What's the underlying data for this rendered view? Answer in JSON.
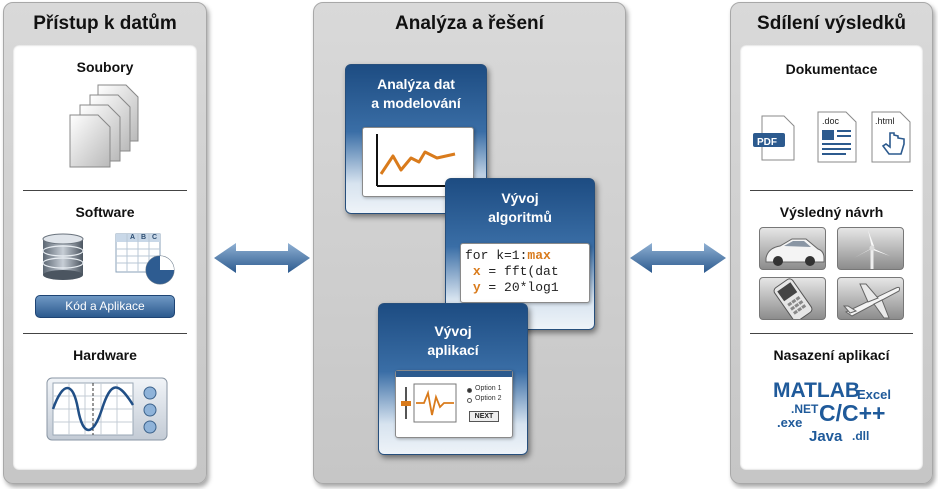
{
  "left": {
    "title": "Přístup k datům",
    "sections": [
      "Soubory",
      "Software",
      "Hardware"
    ],
    "button_label": "Kód a Aplikace",
    "table_headers": [
      "A",
      "B",
      "C"
    ]
  },
  "middle": {
    "title": "Analýza a řešení",
    "cards": [
      {
        "title_line1": "Analýza dat",
        "title_line2": "a modelování"
      },
      {
        "title_line1": "Vývoj",
        "title_line2": "algoritmů"
      },
      {
        "title_line1": "Vývoj",
        "title_line2": "aplikací"
      }
    ],
    "code": {
      "line1_pre": "for k=1:",
      "line1_kw": "max",
      "line2_var": "x",
      "line2_rest": " = fft(dat",
      "line3_var": "y",
      "line3_rest": " = 20*log1"
    },
    "app_ui": {
      "option1": "Option 1",
      "option2": "Option 2",
      "next_label": "NEXT"
    }
  },
  "right": {
    "title": "Sdílení výsledků",
    "sections": [
      "Dokumentace",
      "Výsledný návrh",
      "Nasazení aplikací"
    ],
    "doc_labels": [
      "PDF",
      ".doc",
      ".html"
    ],
    "logos": {
      "matlab": "MATLAB",
      "excel": "Excel",
      "net": ".NET",
      "cc": "C/C++",
      "exe": ".exe",
      "java": "Java",
      "dll": ".dll"
    }
  },
  "colors": {
    "panel_bg": "#d0d0d0",
    "card_blue": "#1d4c82",
    "accent_orange": "#d97b1c",
    "logo_blue": "#1f5a9a"
  }
}
